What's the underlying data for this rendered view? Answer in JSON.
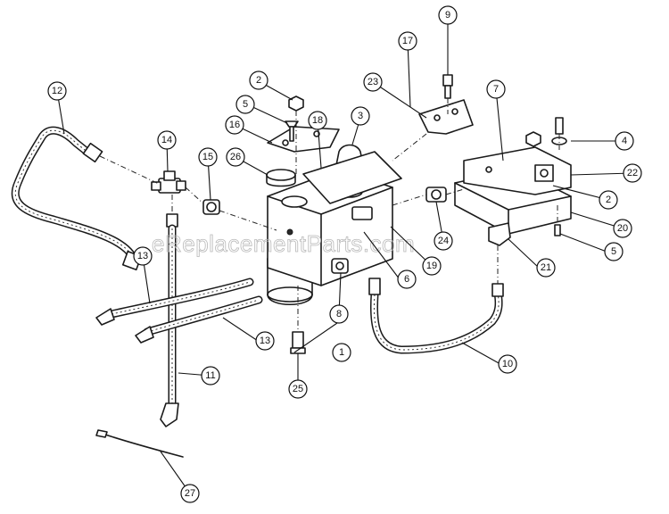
{
  "watermark": "eReplacementParts.com",
  "callouts": [
    {
      "label": "1"
    },
    {
      "label": "2"
    },
    {
      "label": "2"
    },
    {
      "label": "3"
    },
    {
      "label": "4"
    },
    {
      "label": "5"
    },
    {
      "label": "5"
    },
    {
      "label": "6"
    },
    {
      "label": "7"
    },
    {
      "label": "8"
    },
    {
      "label": "9"
    },
    {
      "label": "10"
    },
    {
      "label": "11"
    },
    {
      "label": "12"
    },
    {
      "label": "13"
    },
    {
      "label": "13"
    },
    {
      "label": "14"
    },
    {
      "label": "15"
    },
    {
      "label": "16"
    },
    {
      "label": "17"
    },
    {
      "label": "18"
    },
    {
      "label": "19"
    },
    {
      "label": "20"
    },
    {
      "label": "21"
    },
    {
      "label": "22"
    },
    {
      "label": "23"
    },
    {
      "label": "24"
    },
    {
      "label": "25"
    },
    {
      "label": "26"
    },
    {
      "label": "27"
    }
  ]
}
